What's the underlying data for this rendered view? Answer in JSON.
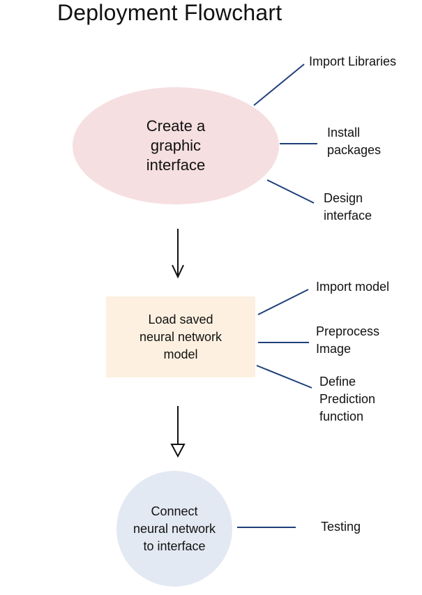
{
  "title": "Deployment Flowchart",
  "steps": [
    {
      "label": "Create a\ngraphic\ninterface",
      "shape": "ellipse",
      "fill": "#f6dfe1",
      "substeps": [
        "Import Libraries",
        "Install\npackages",
        "Design\ninterface"
      ]
    },
    {
      "label": "Load saved\nneural network\nmodel",
      "shape": "rectangle",
      "fill": "#fdf0e0",
      "substeps": [
        "Import model",
        "Preprocess\nImage",
        "Define\nPrediction\nfunction"
      ]
    },
    {
      "label": "Connect\nneural network\nto interface",
      "shape": "circle",
      "fill": "#e3e9f2",
      "substeps": [
        "Testing"
      ]
    }
  ],
  "colors": {
    "connector": "#1f3f7a",
    "arrow": "#111111"
  }
}
